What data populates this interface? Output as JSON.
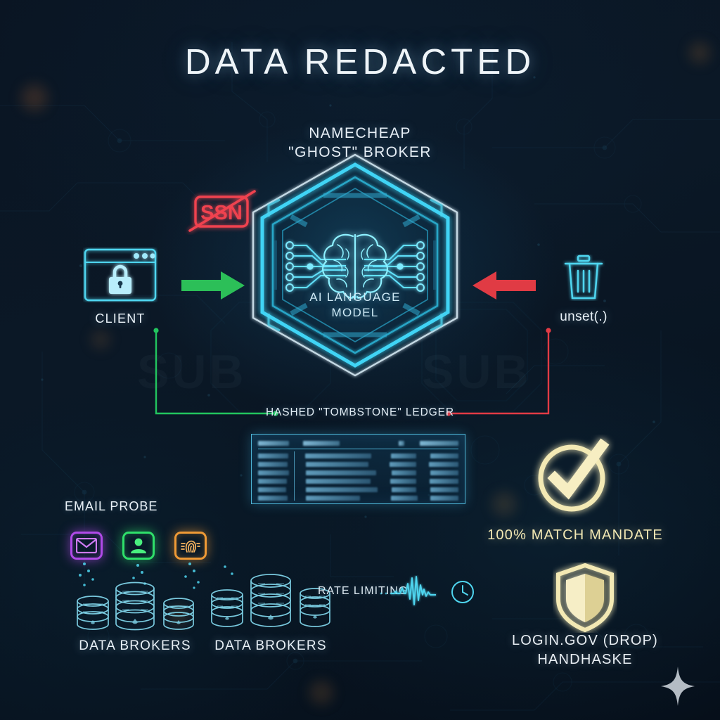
{
  "title": "DATA REDACTED",
  "core": {
    "broker_line1": "NAMECHEAP",
    "broker_line2": "\"GHOST\" BROKER",
    "model_line1": "AI LANGUAGE",
    "model_line2": "MODEL",
    "brain_icon": "brain-icon",
    "hex_icon": "hexagon-frame-icon"
  },
  "left": {
    "client_label": "CLIENT",
    "client_icon": "browser-lock-icon",
    "ssn_label": "SSN",
    "ssn_icon": "ssn-blocked-icon",
    "arrow_icon": "green-right-arrow-icon"
  },
  "right": {
    "unset_label": "unset(.)",
    "trash_icon": "trash-can-icon",
    "arrow_icon": "red-left-arrow-icon"
  },
  "ledger": {
    "label": "HASHED \"TOMBSTONE\" LEDGER",
    "table_icon": "data-table-icon",
    "left_connector_color": "#22c55e",
    "right_connector_color": "#e23b45"
  },
  "email_probe": {
    "label": "EMAIL PROBE",
    "icons": [
      {
        "name": "envelope-icon",
        "color": "#b04ae8"
      },
      {
        "name": "user-profile-icon",
        "color": "#2fe06a"
      },
      {
        "name": "fingerprint-id-icon",
        "color": "#ef9a36"
      }
    ]
  },
  "brokers": [
    {
      "label": "DATA BROKERS",
      "icon": "database-stack-icon"
    },
    {
      "label": "DATA BROKERS",
      "icon": "database-stack-icon"
    }
  ],
  "rate_limit": {
    "label": "RATE LIMITING",
    "waveform_icon": "waveform-icon",
    "clock_icon": "clock-icon"
  },
  "badges": [
    {
      "label": "100% MATCH MANDATE",
      "icon": "check-circle-icon",
      "color": "#f3e9b4"
    },
    {
      "label_line1": "LOGIN.GOV (DROP)",
      "label_line2": "HANDHASKE",
      "icon": "shield-icon",
      "color": "#f3e9b4"
    }
  ],
  "decor": {
    "sparkle_icon": "four-point-star-icon",
    "ghost_text": "SUB"
  },
  "colors": {
    "background": "#0a1523",
    "cyan": "#4fd6f0",
    "green": "#22c55e",
    "red": "#e23b45",
    "gold": "#f3e9b4"
  }
}
